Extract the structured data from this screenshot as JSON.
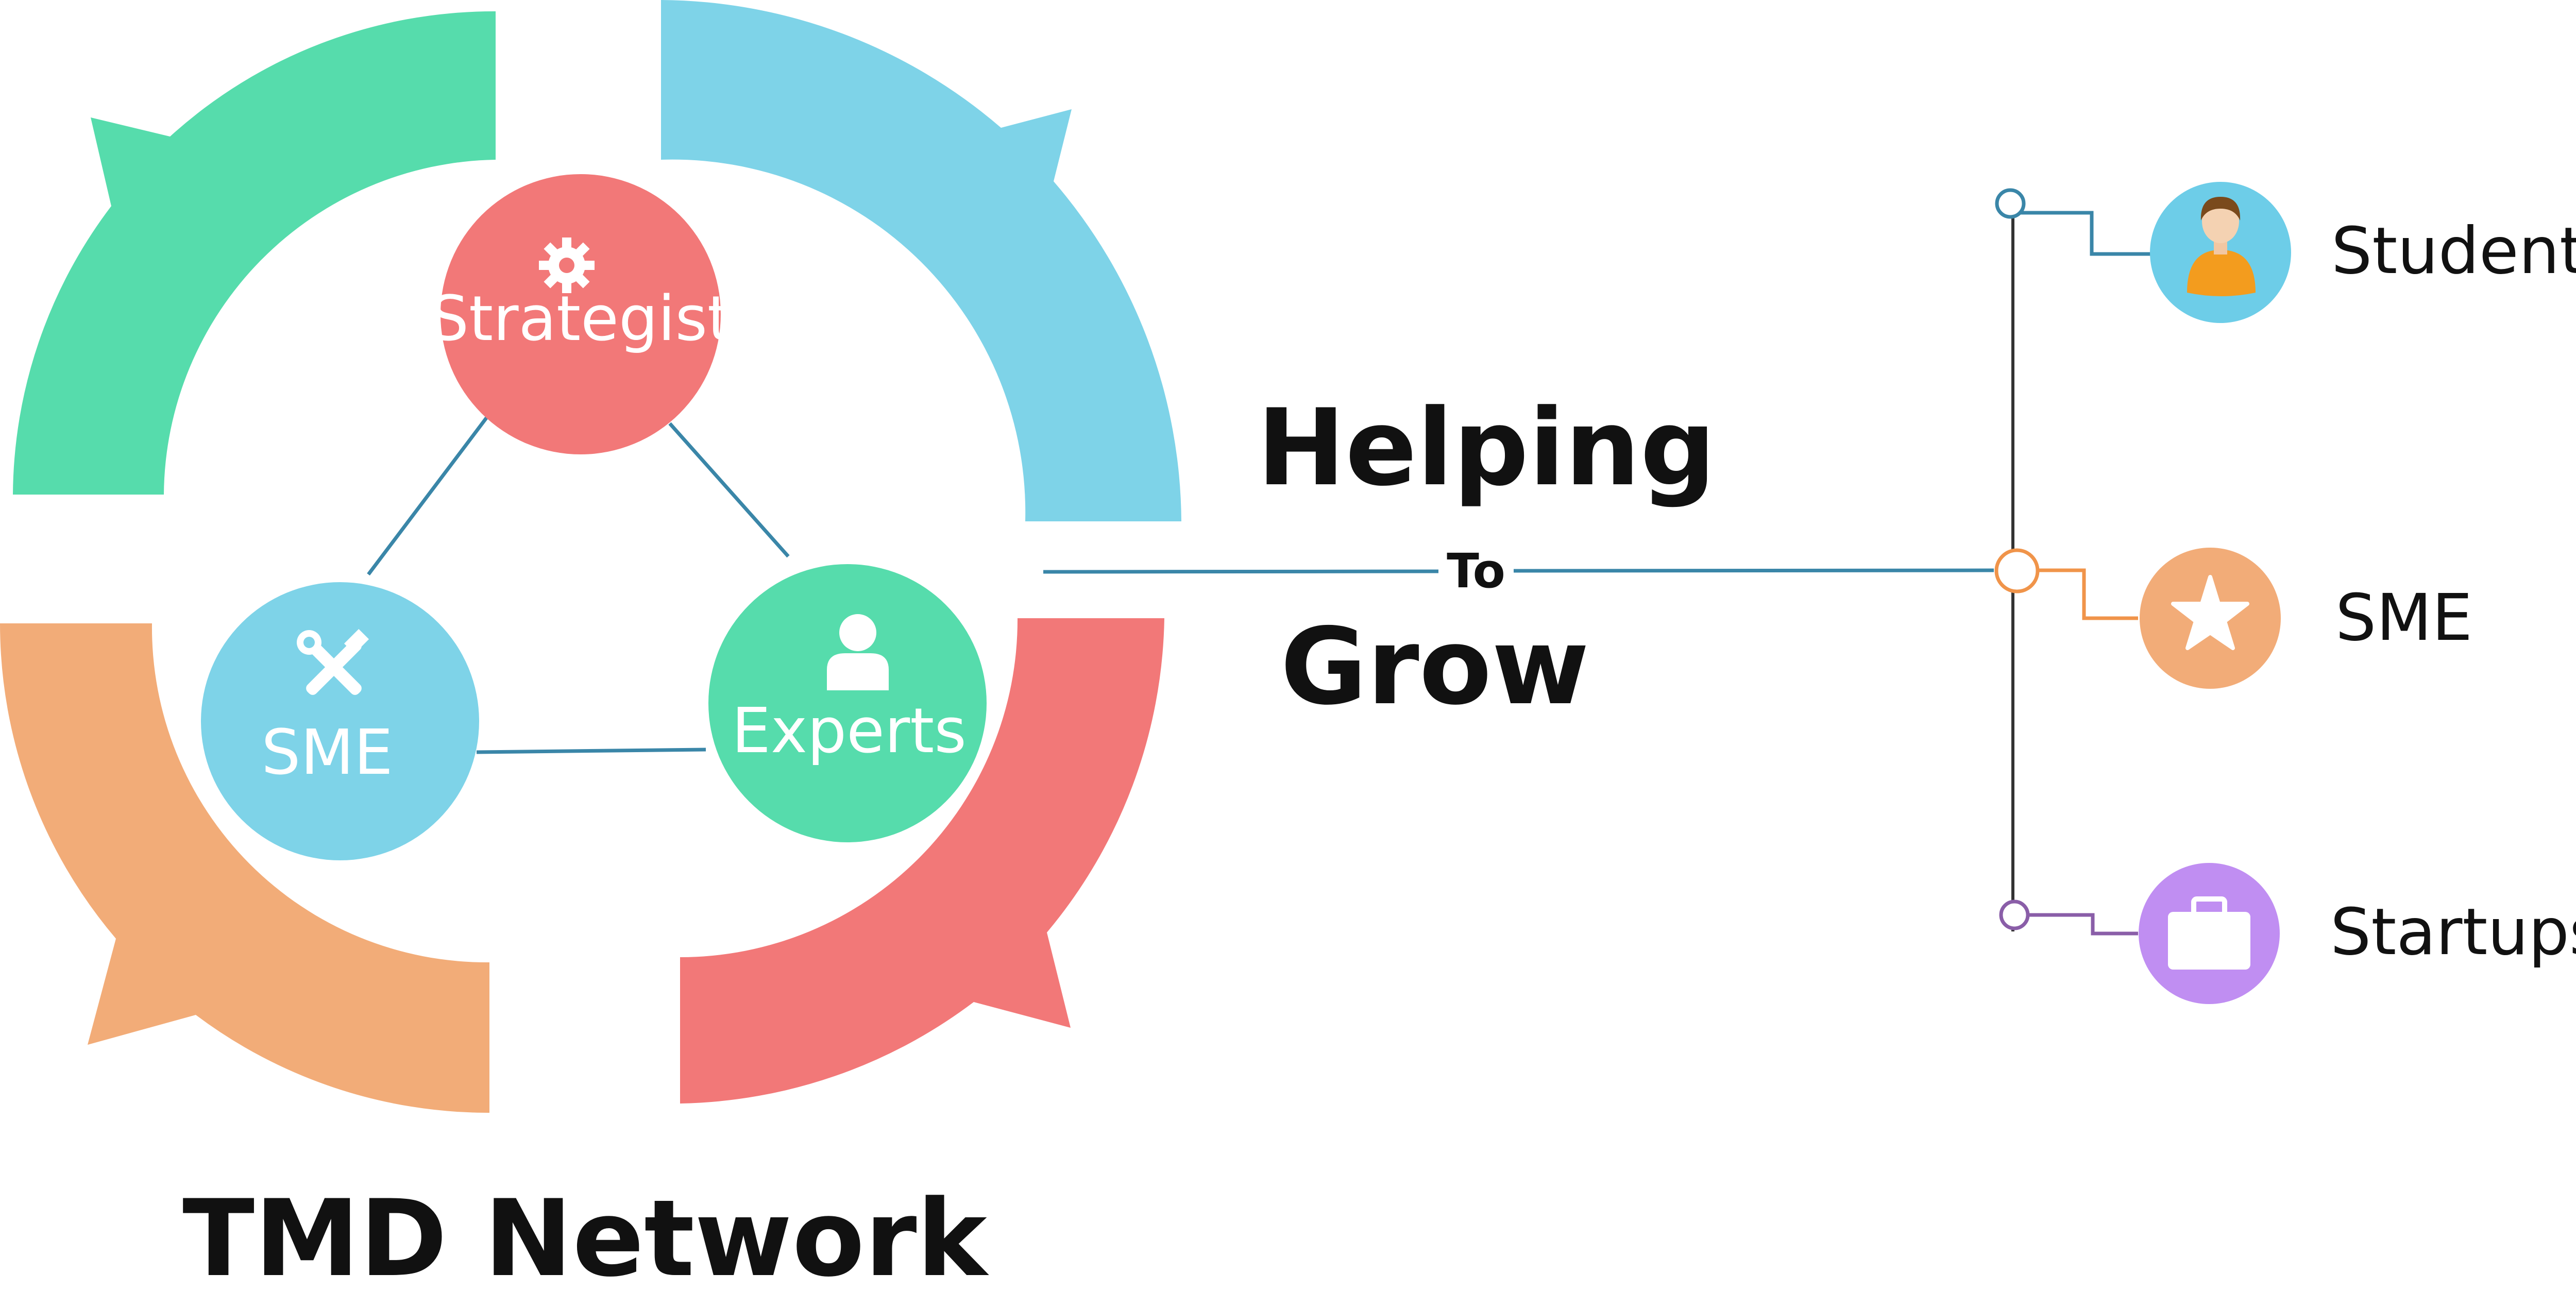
{
  "network": {
    "title": "TMD Network",
    "nodes": [
      {
        "key": "strategist",
        "label": "Strategist",
        "icon": "gear-icon",
        "color": "#f27878"
      },
      {
        "key": "sme",
        "label": "SME",
        "icon": "tools-icon",
        "color": "#7ed3e8"
      },
      {
        "key": "experts",
        "label": "Experts",
        "icon": "person-icon",
        "color": "#56dcac"
      }
    ],
    "cycle_colors": {
      "top_left": "#56dcac",
      "top_right": "#7ed3e8",
      "bottom_left": "#f2ac78",
      "bottom_right": "#f27878"
    }
  },
  "message": {
    "line1": "Helping",
    "line2": "To",
    "line3": "Grow"
  },
  "audience": [
    {
      "key": "students",
      "label": "Students",
      "icon": "student-avatar-icon",
      "color": "#6dcde8",
      "connector_color": "#3a86a8"
    },
    {
      "key": "sme",
      "label": "SME",
      "icon": "star-icon",
      "color": "#f2ac78",
      "connector_color": "#f0944a"
    },
    {
      "key": "startups",
      "label": "Startups",
      "icon": "briefcase-icon",
      "color": "#c08ef2",
      "connector_color": "#8a5ea8"
    }
  ],
  "trunk_color": "#333333"
}
